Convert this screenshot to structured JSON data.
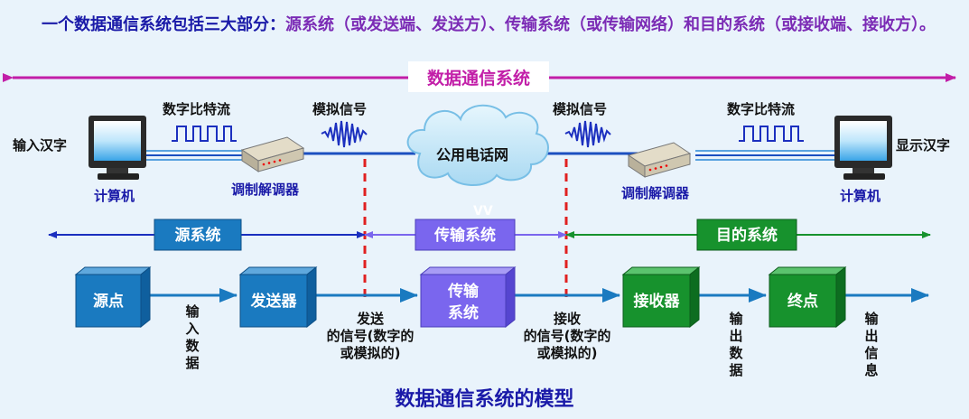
{
  "intro": {
    "prefix": "一个数据通信系统包括三大部分：",
    "highlight": "源系统（或发送端、发送方）、传输系统（或传输网络）和目的系统（或接收端、接收方）。"
  },
  "top_banner": "数据通信系统",
  "network_cloud": "公用电话网",
  "labels": {
    "input_hanzi": "输入汉字",
    "display_hanzi": "显示汉字",
    "computer_left": "计算机",
    "computer_right": "计算机",
    "modem_left": "调制解调器",
    "modem_right": "调制解调器",
    "digital_bits_left": "数字比特流",
    "digital_bits_right": "数字比特流",
    "analog_left": "模拟信号",
    "analog_right": "模拟信号",
    "vv": "VV"
  },
  "systems": {
    "source": "源系统",
    "transmission": "传输系统",
    "destination": "目的系统"
  },
  "blocks": {
    "source_point": "源点",
    "sender": "发送器",
    "transmission_line1": "传输",
    "transmission_line2": "系统",
    "receiver": "接收器",
    "end_point": "终点"
  },
  "flow_labels": {
    "input_data": "输入数据",
    "send_signal_l1": "发送",
    "send_signal_l2": "的信号(数字的",
    "send_signal_l3": "或模拟的)",
    "recv_signal_l1": "接收",
    "recv_signal_l2": "的信号(数字的",
    "recv_signal_l3": "或模拟的)",
    "output_data": "输出数据",
    "output_info": "输出信息"
  },
  "diagram_title": "数据通信系统的模型",
  "colors": {
    "blue_block": "#1a7ac0",
    "purple_block": "#7a66ee",
    "green_block": "#17922d",
    "arrow_blue": "#1a7ac0",
    "magenta": "#c21ea8",
    "red_dash": "#e02020"
  }
}
